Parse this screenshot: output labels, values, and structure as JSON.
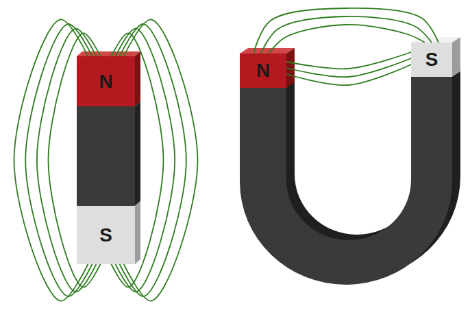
{
  "diagram": {
    "nodes": [
      {
        "text": [
          "N"
        ]
      },
      {
        "text": [
          "S"
        ]
      },
      {
        "text": [
          "N"
        ]
      },
      {
        "text": [
          "S"
        ]
      }
    ],
    "edges": [
      {
        "from": 0,
        "to": 1,
        "arrow": "none"
      },
      {
        "from": 0,
        "to": 1,
        "arrow": "none"
      },
      {
        "from": 0,
        "to": 1,
        "arrow": "none"
      },
      {
        "from": 0,
        "to": 1,
        "arrow": "none"
      },
      {
        "from": 0,
        "to": 1,
        "arrow": "none"
      },
      {
        "from": 0,
        "to": 1,
        "arrow": "none"
      },
      {
        "from": 0,
        "to": 1,
        "arrow": "none"
      },
      {
        "from": 0,
        "to": 1,
        "arrow": "none"
      },
      {
        "from": 2,
        "to": 3,
        "arrow": "none"
      },
      {
        "from": 2,
        "to": 3,
        "arrow": "none"
      },
      {
        "from": 2,
        "to": 3,
        "arrow": "none"
      },
      {
        "from": 2,
        "to": 3,
        "arrow": "none"
      },
      {
        "from": 2,
        "to": 3,
        "arrow": "none"
      },
      {
        "from": 2,
        "to": 3,
        "arrow": "none"
      }
    ]
  }
}
